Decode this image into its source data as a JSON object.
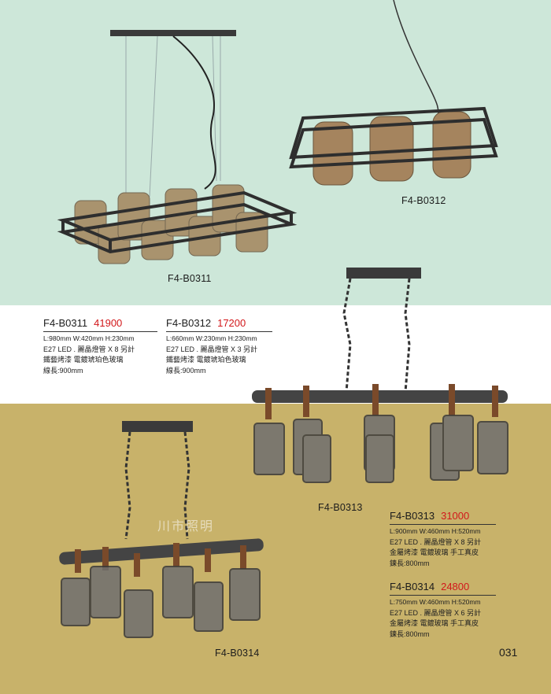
{
  "products": [
    {
      "code": "F4-B0311",
      "price": "41900",
      "dims": "L:980mm W:420mm H:230mm",
      "spec1": "E27 LED . 麗晶燈管 X 8  另計",
      "spec2": "鐵藝烤漆  電鍍琥珀色玻璃",
      "spec3": "線長:900mm"
    },
    {
      "code": "F4-B0312",
      "price": "17200",
      "dims": "L:660mm W:230mm H:230mm",
      "spec1": "E27 LED . 麗晶燈管 X 3  另計",
      "spec2": "鐵藝烤漆  電鍍琥珀色玻璃",
      "spec3": "線長:900mm"
    },
    {
      "code": "F4-B0313",
      "price": "31000",
      "dims": "L:900mm W:460mm H:520mm",
      "spec1": "E27 LED . 麗晶燈管 X 8  另計",
      "spec2": "金屬烤漆  電鍍玻璃  手工真皮",
      "spec3": "鍊長:800mm"
    },
    {
      "code": "F4-B0314",
      "price": "24800",
      "dims": "L:750mm W:460mm H:520mm",
      "spec1": "E27 LED . 麗晶燈管 X 6  另計",
      "spec2": "金屬烤漆  電鍍玻璃  手工真皮",
      "spec3": "鍊長:800mm"
    }
  ],
  "image_labels": {
    "b0311": "F4-B0311",
    "b0312": "F4-B0312",
    "b0313": "F4-B0313",
    "b0314": "F4-B0314"
  },
  "watermark": "川市照明",
  "page_number": "031",
  "colors": {
    "top_band": "#cde7d9",
    "middle_band": "#ffffff",
    "bottom_band": "#c8b26a",
    "price": "#d2181b"
  }
}
